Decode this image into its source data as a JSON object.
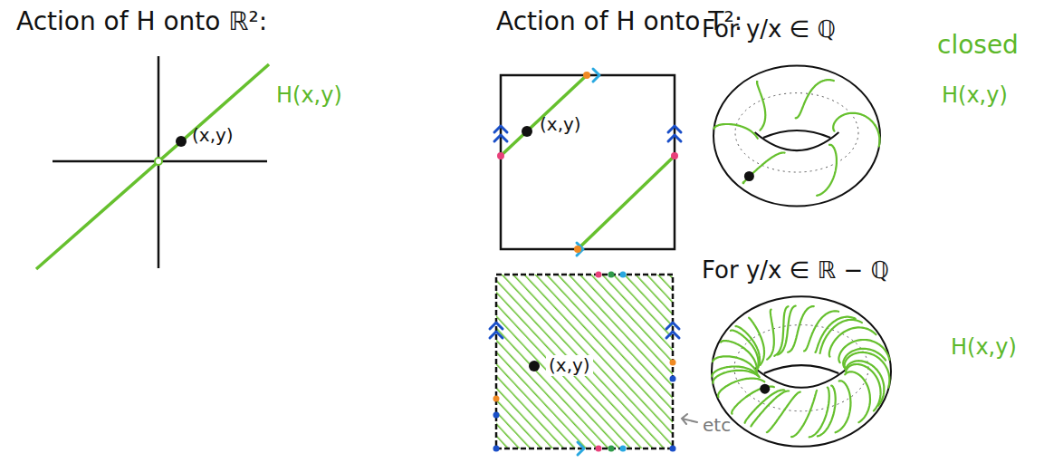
{
  "diagram": {
    "labels": [
      "Action of H onto ℝ²:",
      "H(x,y)",
      "(x,y)",
      "Action of H onto T²:",
      "(x,y)",
      "For y/x ∈ ℚ",
      "closed",
      "H(x,y)",
      "(x,y)",
      "For y/x ∈ ℝ − ℚ",
      "H(x,y)",
      "etc"
    ]
  }
}
